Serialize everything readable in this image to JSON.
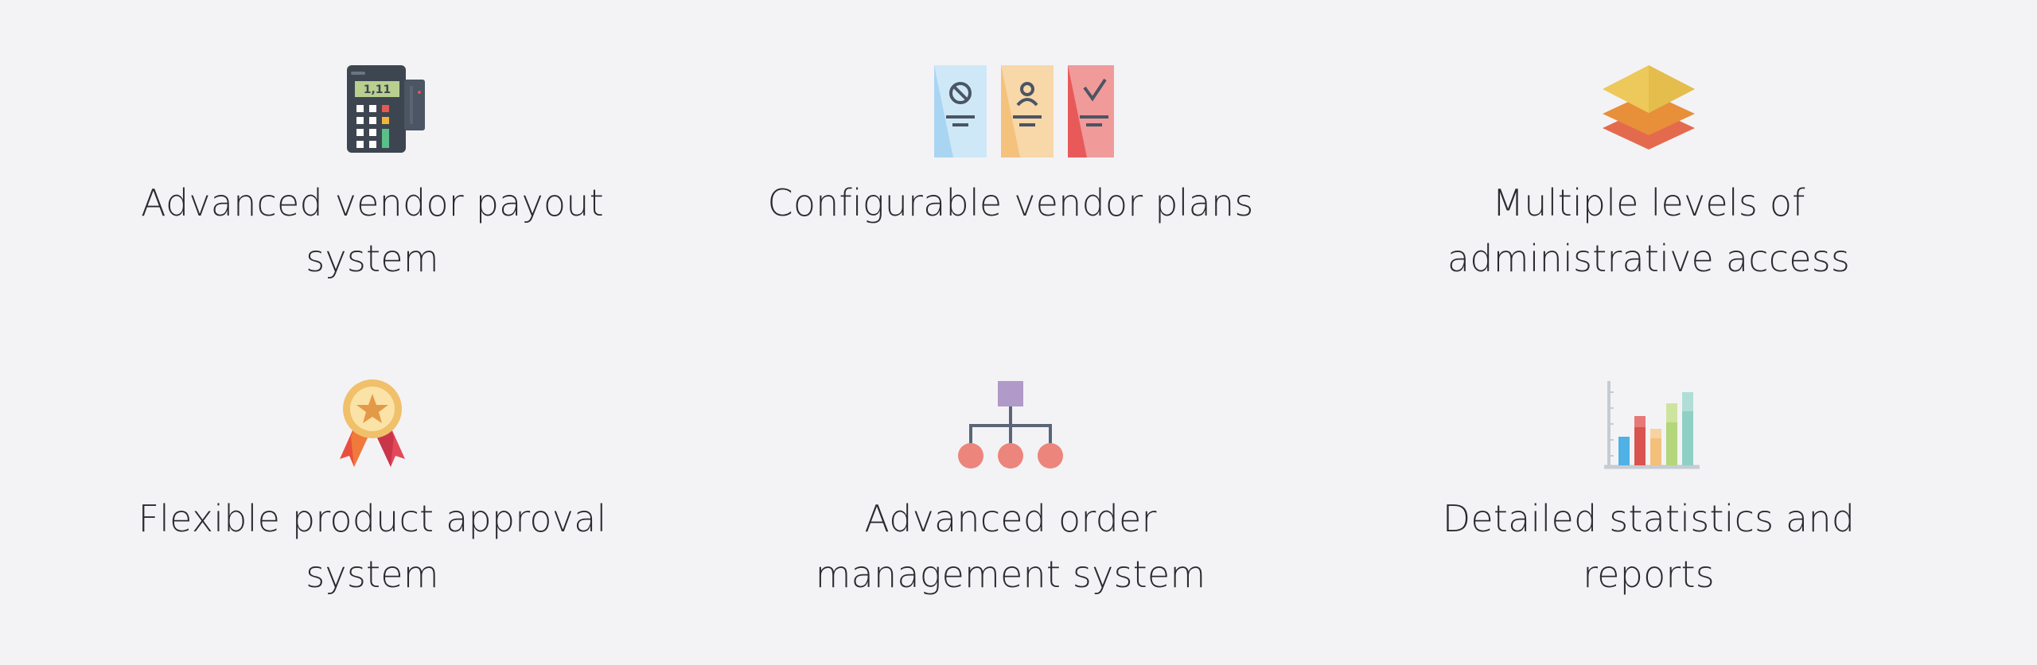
{
  "features": [
    {
      "label": "Advanced vendor payout system",
      "icon": "payment-terminal-icon"
    },
    {
      "label": "Configurable vendor plans",
      "icon": "plan-cards-icon"
    },
    {
      "label": "Multiple levels of administrative access",
      "icon": "layers-icon"
    },
    {
      "label": "Flexible product approval system",
      "icon": "award-medal-icon"
    },
    {
      "label": "Advanced order management system",
      "icon": "hierarchy-icon"
    },
    {
      "label": "Detailed statistics and reports",
      "icon": "bar-chart-icon"
    }
  ],
  "terminal_display": "1,11",
  "colors": {
    "background": "#f3f3f6",
    "text": "#2a2b2f"
  }
}
